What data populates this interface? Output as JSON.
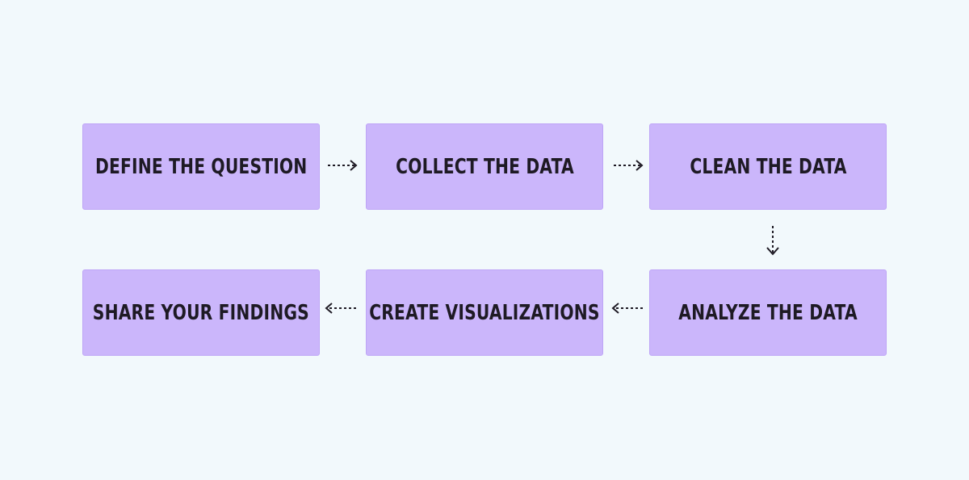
{
  "diagram": {
    "steps": [
      {
        "label": "DEFINE THE QUESTION"
      },
      {
        "label": "COLLECT THE DATA"
      },
      {
        "label": "CLEAN THE DATA"
      },
      {
        "label": "ANALYZE THE DATA"
      },
      {
        "label": "CREATE VISUALIZATIONS"
      },
      {
        "label": "SHARE YOUR FINDINGS"
      }
    ],
    "colors": {
      "background": "#f2f9fc",
      "box_fill": "#cbb6fb",
      "text": "#1e1a24",
      "arrow": "#1e1a24"
    }
  }
}
